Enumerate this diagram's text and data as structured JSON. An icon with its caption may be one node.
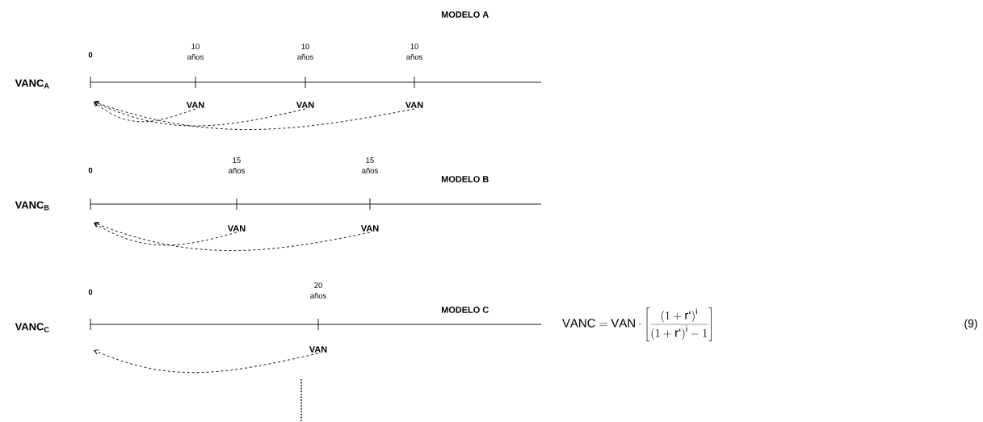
{
  "diagram": {
    "nodes": [
      {
        "text": [
          "VAN"
        ]
      },
      {
        "text": [
          "VAN"
        ]
      },
      {
        "text": [
          "VAN"
        ]
      },
      {
        "text": [
          "VAN"
        ]
      },
      {
        "text": [
          "VAN"
        ]
      },
      {
        "text": [
          "VAN"
        ]
      }
    ],
    "edges": [
      {
        "from": 0,
        "to": null,
        "arrow": "to",
        "style": "dashed"
      },
      {
        "from": 1,
        "to": null,
        "arrow": "to",
        "style": "dashed"
      },
      {
        "from": 2,
        "to": null,
        "arrow": "to",
        "style": "dashed"
      },
      {
        "from": 3,
        "to": null,
        "arrow": "to",
        "style": "dashed"
      },
      {
        "from": 4,
        "to": null,
        "arrow": "to",
        "style": "dashed"
      },
      {
        "from": 5,
        "to": null,
        "arrow": "to",
        "style": "dashed"
      }
    ],
    "labels": [
      "MODELO A",
      "0",
      "10 años",
      "10 años",
      "10 años",
      "VANC$_{A}$",
      "0",
      "15 años",
      "15 años",
      "MODELO B",
      "VANC$_{B}$",
      "0",
      "20 años",
      "MODELO C",
      "VANC$_{C}$",
      "\\mathsf{VANC}=\\mathsf{VAN}\\cdot\\left[\\frac{\\left(1+\\mathrm{r`}\\right)^{\\mathrm{i}}}{\\left(1+\\mathrm{r`}\\right)^{\\mathrm{i}}-1}\\right]",
      "(9)"
    ]
  }
}
